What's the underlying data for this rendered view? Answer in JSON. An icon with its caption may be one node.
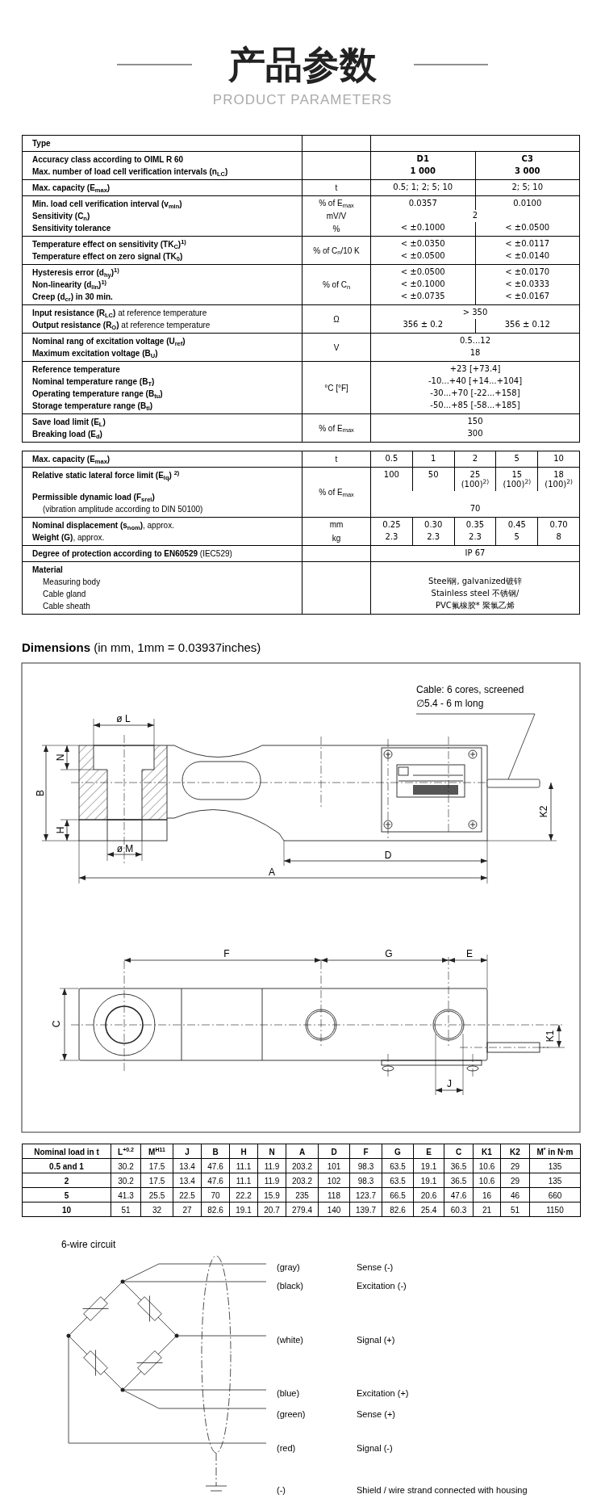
{
  "diagram": {
    "title": "产品参数",
    "nodes": [
      {
        "text": [
          "Cable: 6 cores, screened ∅5.4 - 6 m long"
        ]
      },
      {
        "text": [],
        "shape": "bar"
      }
    ],
    "edges": [
      {
        "from": 0,
        "to": 1,
        "arrow": "none"
      }
    ],
    "labels": [
      "PRODUCT PARAMETERS",
      "Type",
      "Accuracy class according to OIML R 60",
      "Max. number of load cell verification intervals (n$_{LC}$)",
      "D1",
      "C3",
      "1 000",
      "3 000",
      "Max. capacity (E$_{max}$)",
      "t",
      "0.5; 1; 2; 5; 10",
      "2; 5; 10",
      "Min. load cell verification interval (v$_{min}$)",
      "% of E$_{max}$",
      "0.0357",
      "0.0100",
      "Sensitivity (C$_{n}$)",
      "mV/V",
      "2",
      "Sensitivity tolerance",
      "%",
      "< ±0.1000",
      "< ±0.0500",
      "Temperature effect on sensitivity (TK$_{C}$)$^{1)}$",
      "Temperature effect on zero signal (TK$_{0}$)",
      "% of C$_{n}$/10 K",
      "< ±0.0350",
      "< ±0.0117",
      "< ±0.0500",
      "< ±0.0140",
      "Hysteresis error (d$_{hy}$)$^{1)}$",
      "Non-linearity (d$_{lin}$)$^{1)}$",
      "Creep (d$_{cr}$) in 30 min.",
      "% of C$_{n}$",
      "< ±0.0500",
      "< ±0.0170",
      "< ±0.1000",
      "< ±0.0333",
      "< ±0.0735",
      "< ±0.0167",
      "**Input resistance (R$_{LC}$)** at reference temperature",
      "**Output resistance (R$_{O}$)** at reference temperature",
      "Ω",
      "> 350",
      "356 ± 0.2",
      "356 ± 0.12",
      "Nominal rang of excitation voltage (U$_{ref}$)",
      "Maximum excitation voltage (B$_{U}$)",
      "V",
      "0.5...12",
      "18",
      "Reference temperature",
      "Nominal temperature range (B$_{T}$)",
      "Operating temperature range (B$_{tu}$)",
      "Storage temperature range (B$_{tl}$)",
      "°C [°F]",
      "+23 [+73.4]",
      "-10...+40 [+14...+104]",
      "-30...+70 [-22...+158]",
      "-50...+85 [-58...+185]",
      "Save load limit (E$_{L}$)",
      "Breaking load (E$_{d}$)",
      "% of E$_{max}$",
      "150",
      "300",
      "Max. capacity (E$_{max}$)",
      "t",
      "0.5",
      "1",
      "2",
      "5",
      "10",
      "Relative static lateral force limit (E$_{lq}$) $^{2)}$",
      "Permissible dynamic load (F$_{srel}$)",
      "(vibration amplitude according to DIN 50100)",
      "% of E$_{max}$",
      "100",
      "50",
      "25 (100)$^{2)}$",
      "15 (100)$^{2)}$",
      "18 (100)$^{2)}$",
      "70",
      "**Nominal displacement (s$_{nom}$)**, approx.",
      "mm",
      "0.25",
      "0.30",
      "0.35",
      "0.45",
      "0.70",
      "**Weight (G)**, approx.",
      "kg",
      "2.3",
      "2.3",
      "2.3",
      "5",
      "8",
      "**Degree of protection according to EN60529** (IEC529)",
      "IP 67",
      "Material",
      "Measuring body",
      "Cable gland",
      "Cable sheath",
      "Steel钢, galvanized镀锌",
      "Stainless steel 不锈钢/",
      "PVC氟橡胶* 聚氯乙烯",
      "**Dimensions** (in mm, 1mm = 0.03937inches)",
      "ø L",
      "N",
      "B",
      "H",
      "ø M",
      "D",
      "A",
      "K2",
      "F",
      "G",
      "E",
      "C",
      "K1",
      "J",
      "Nominal load in t",
      "L$^{+0.2}$",
      "M$^{H11}$",
      "J",
      "B",
      "H",
      "N",
      "A",
      "D",
      "F",
      "G",
      "E",
      "C",
      "K1",
      "K2",
      "M$^{*}$ in N·m",
      "0.5 and 1",
      "30.2",
      "17.5",
      "13.4",
      "47.6",
      "11.1",
      "11.9",
      "203.2",
      "101",
      "98.3",
      "63.5",
      "19.1",
      "36.5",
      "10.6",
      "29",
      "135",
      "2",
      "30.2",
      "17.5",
      "13.4",
      "47.6",
      "11.1",
      "11.9",
      "203.2",
      "102",
      "98.3",
      "63.5",
      "19.1",
      "36.5",
      "10.6",
      "29",
      "135",
      "5",
      "41.3",
      "25.5",
      "22.5",
      "70",
      "22.2",
      "15.9",
      "235",
      "118",
      "123.7",
      "66.5",
      "20.6",
      "47.6",
      "16",
      "46",
      "660",
      "10",
      "51",
      "32",
      "27",
      "82.6",
      "19.1",
      "20.7",
      "279.4",
      "140",
      "139.7",
      "82.6",
      "25.4",
      "60.3",
      "21",
      "51",
      "1150",
      "6-wire circuit",
      "(gray)",
      "Sense (-)",
      "(black)",
      "Excitation (-)",
      "(white)",
      "Signal (+)",
      "(blue)",
      "Excitation (+)",
      "(green)",
      "Sense (+)",
      "(red)",
      "Signal (-)",
      "(-)",
      "Shield / wire strand connected with housing"
    ]
  }
}
